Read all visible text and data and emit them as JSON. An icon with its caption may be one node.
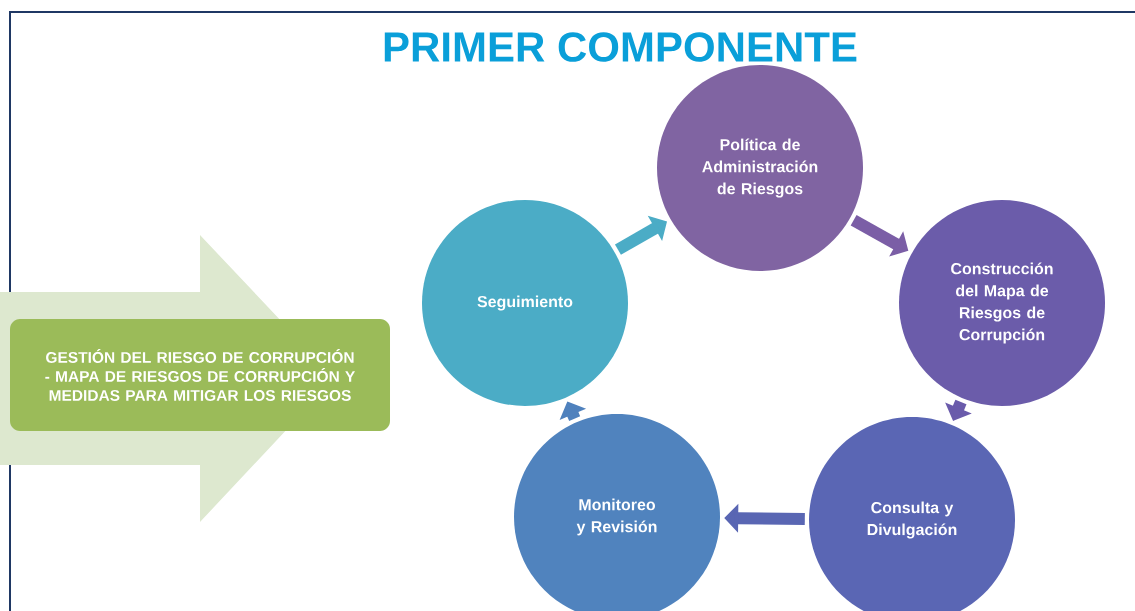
{
  "diagram": {
    "title": "PRIMER COMPONENTE",
    "nodes": [
      {
        "text": [
          "GESTIÓN DEL RIESGO DE CORRUPCIÓN - MAPA DE RIESGOS DE CORRUPCIÓN Y MEDIDAS PARA MITIGAR LOS RIESGOS"
        ]
      },
      {
        "text": [
          "Política de Administración de Riesgos"
        ]
      },
      {
        "text": [
          "Construcción del Mapa de Riesgos de Corrupción"
        ]
      },
      {
        "text": [
          "Consulta y Divulgación"
        ]
      },
      {
        "text": [
          "Monitoreo y Revisión"
        ]
      },
      {
        "text": [
          "Seguimiento"
        ]
      }
    ],
    "edges": [
      {
        "from": 1,
        "to": 2,
        "arrow": "to",
        "color": "#7b5ea6"
      },
      {
        "from": 2,
        "to": 3,
        "arrow": "to",
        "color": "#6a5bab"
      },
      {
        "from": 3,
        "to": 4,
        "arrow": "to",
        "color": "#5966b3"
      },
      {
        "from": 4,
        "to": 5,
        "arrow": "to",
        "color": "#4f81bd"
      },
      {
        "from": 5,
        "to": 1,
        "arrow": "to",
        "color": "#4bacc6"
      }
    ]
  }
}
